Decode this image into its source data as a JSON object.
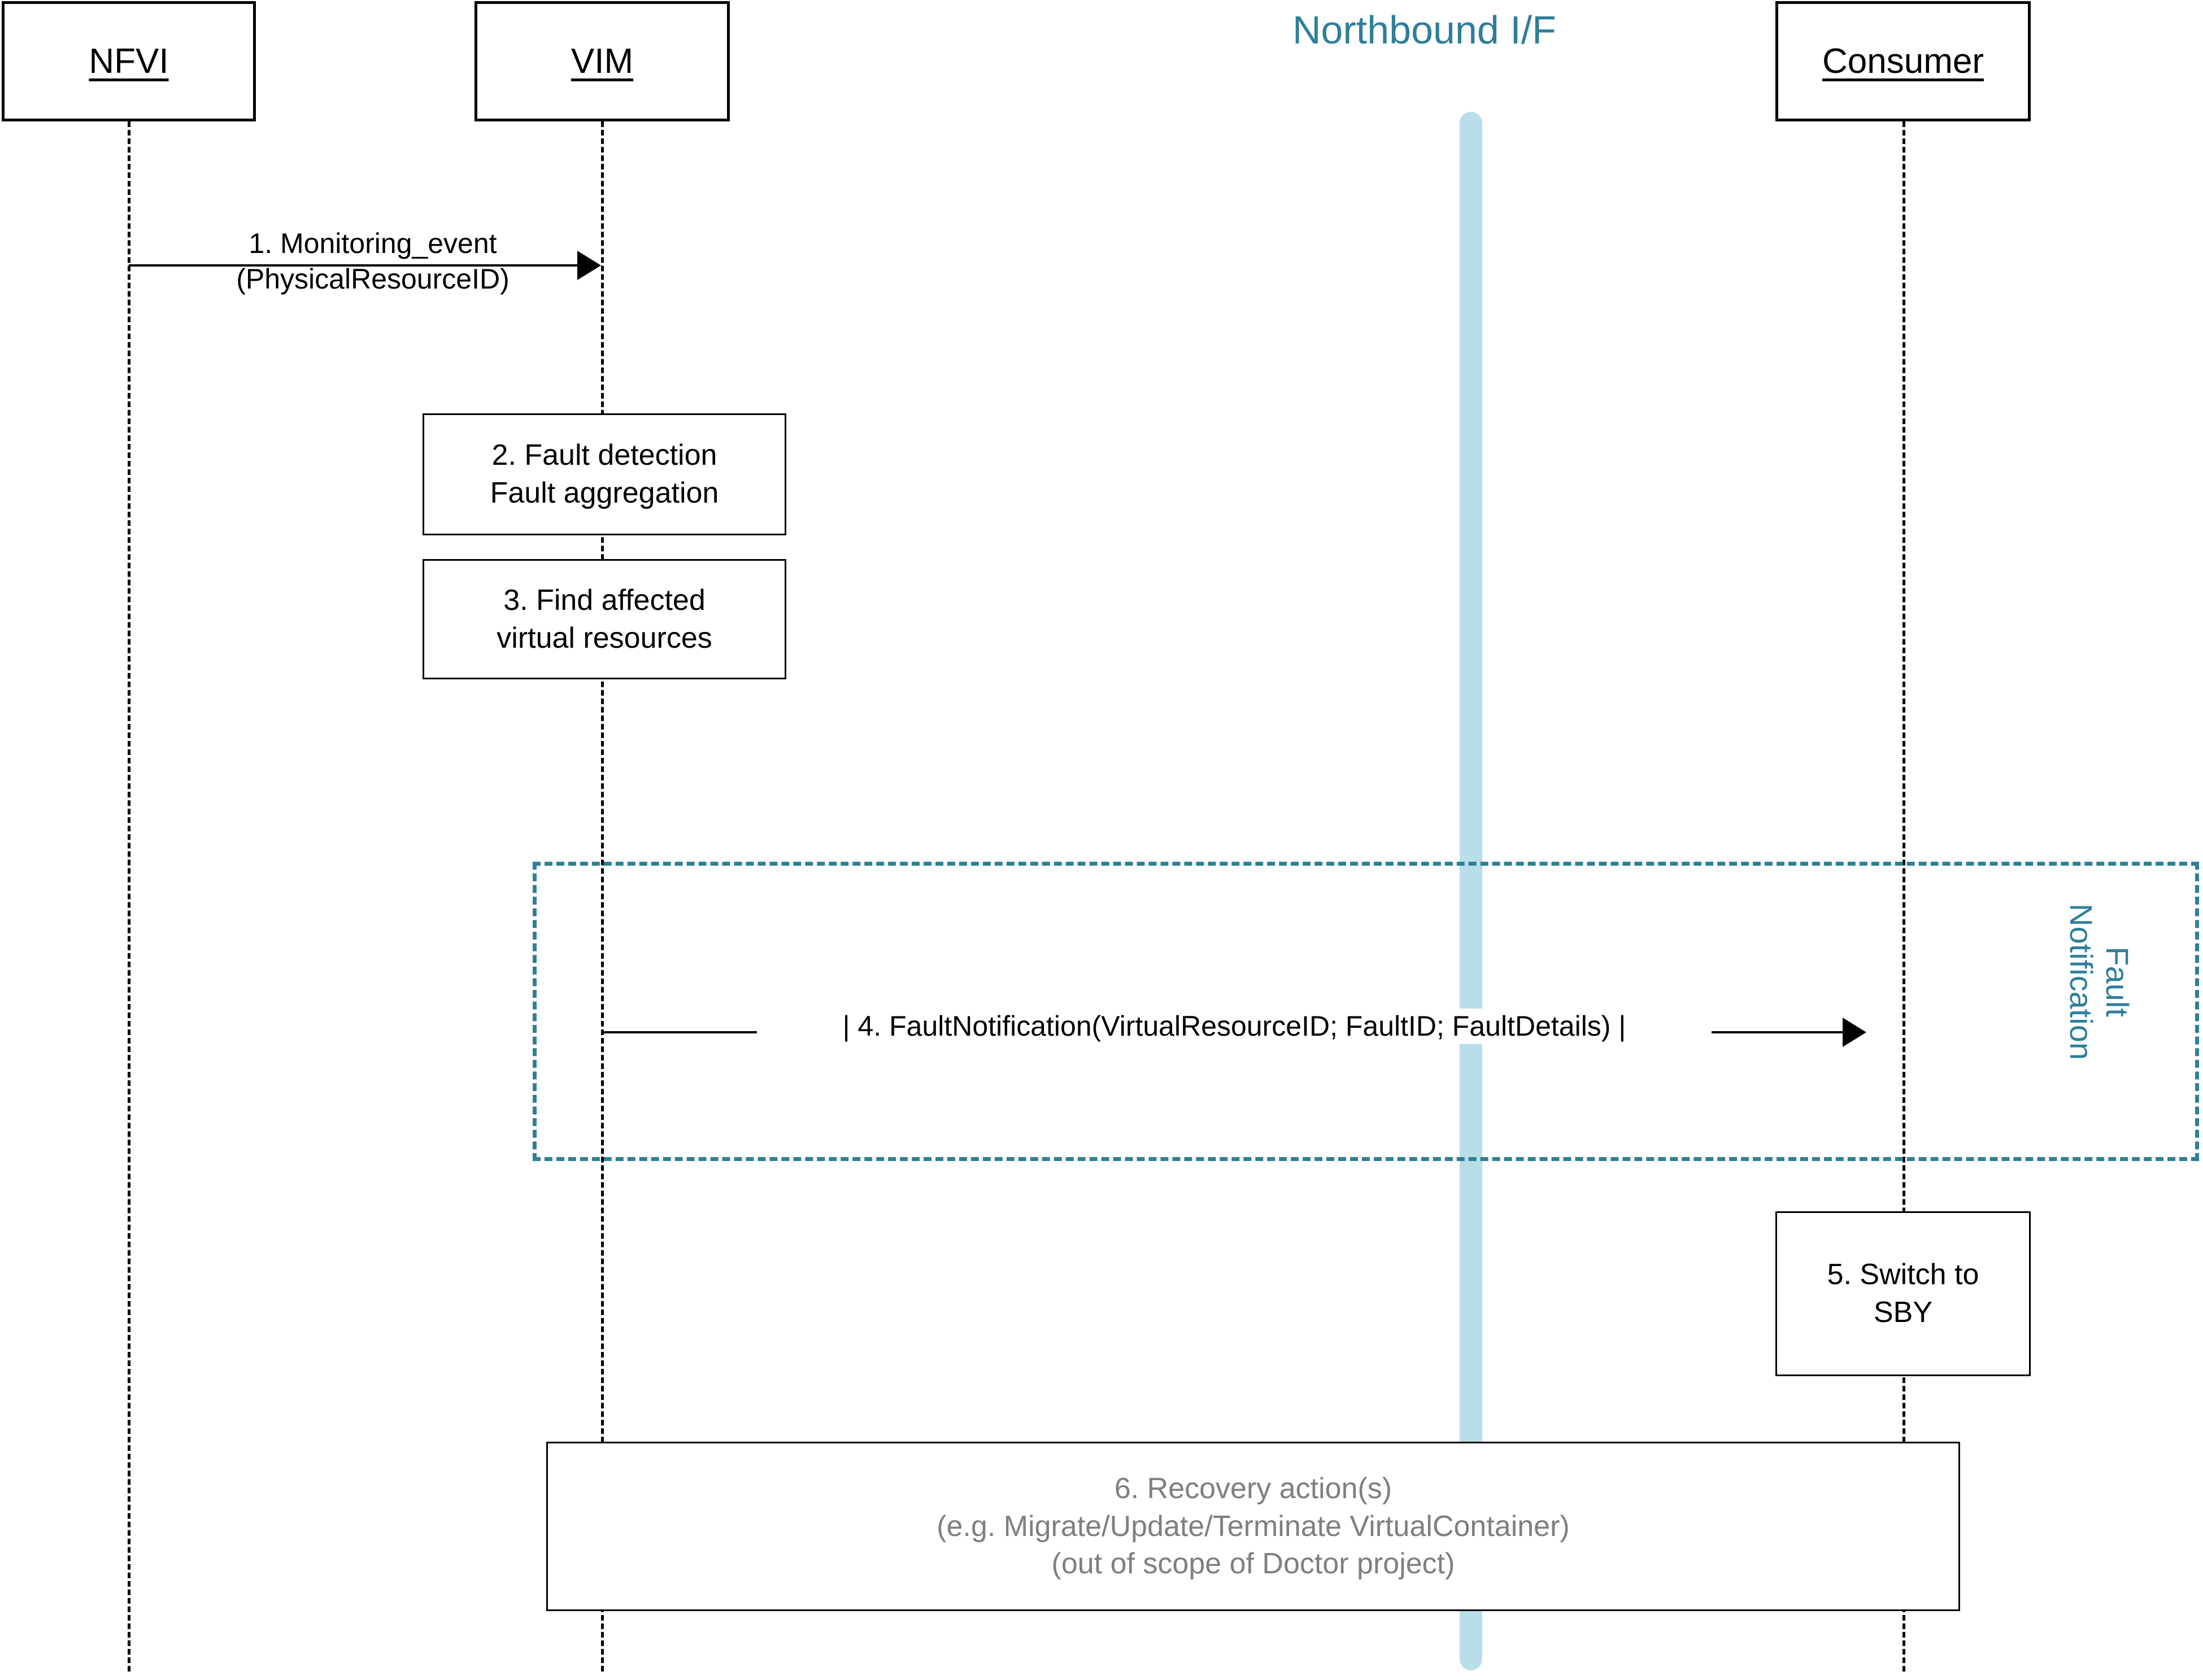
{
  "diagram": {
    "type": "uml-sequence-diagram",
    "title_overlay": "Northbound I/F",
    "background_color": "#ffffff",
    "accent_color": "#2e7f99",
    "interface_bar_color": "#b8dee8",
    "muted_text_color": "#7f7f7f"
  },
  "actors": [
    {
      "name": "nfvi",
      "label": "NFVI"
    },
    {
      "name": "vim",
      "label": "VIM"
    },
    {
      "name": "consumer",
      "label": "Consumer"
    }
  ],
  "interface": {
    "label": "Northbound I/F"
  },
  "messages": [
    {
      "id": "m1",
      "number": "1.",
      "from": "nfvi",
      "to": "vim",
      "lines": [
        "1. Monitoring_event",
        "(PhysicalResourceID)"
      ]
    },
    {
      "id": "m4",
      "number": "4.",
      "from": "vim",
      "to": "consumer",
      "lines": [
        "| 4. FaultNotification(VirtualResourceID; FaultID; FaultDetails) |"
      ]
    }
  ],
  "activities": [
    {
      "id": "a2",
      "actor": "vim",
      "lines": [
        "2. Fault detection",
        "Fault aggregation"
      ],
      "muted": false
    },
    {
      "id": "a3",
      "actor": "vim",
      "lines": [
        "3. Find affected",
        "virtual resources"
      ],
      "muted": false
    },
    {
      "id": "a5",
      "actor": "consumer",
      "lines": [
        "5. Switch to",
        "SBY"
      ],
      "muted": false
    },
    {
      "id": "a6",
      "actor": "span-vim-consumer",
      "lines": [
        "6. Recovery action(s)",
        "(e.g. Migrate/Update/Terminate VirtualContainer)",
        "(out of scope of Doctor project)"
      ],
      "muted": true
    }
  ],
  "frames": [
    {
      "id": "f1",
      "label_lines": [
        "Fault",
        "Notification"
      ],
      "style": "dashed",
      "color": "#2e7f99"
    }
  ]
}
